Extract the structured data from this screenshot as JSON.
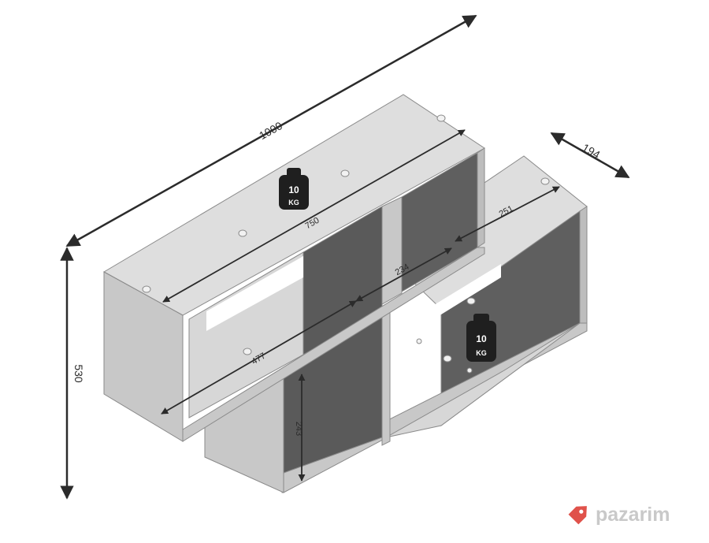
{
  "dimensions": {
    "width": "1000",
    "height": "530",
    "depth": "194",
    "top_inner_length": "750",
    "bottom_inner_length": "477",
    "middle_compartment": "234",
    "right_shelf_depth": "251",
    "compartment_height": "243"
  },
  "weights": {
    "top": {
      "value": "10",
      "unit": "KG"
    },
    "bottom": {
      "value": "10",
      "unit": "KG"
    }
  },
  "brand": {
    "name": "pazarim",
    "icon": "price-tag-icon",
    "color": "#e0524b"
  },
  "colors": {
    "surface_top": "#dedede",
    "surface_front": "#c8c8c8",
    "surface_inner": "#6e6e6e",
    "surface_dark": "#545454"
  }
}
